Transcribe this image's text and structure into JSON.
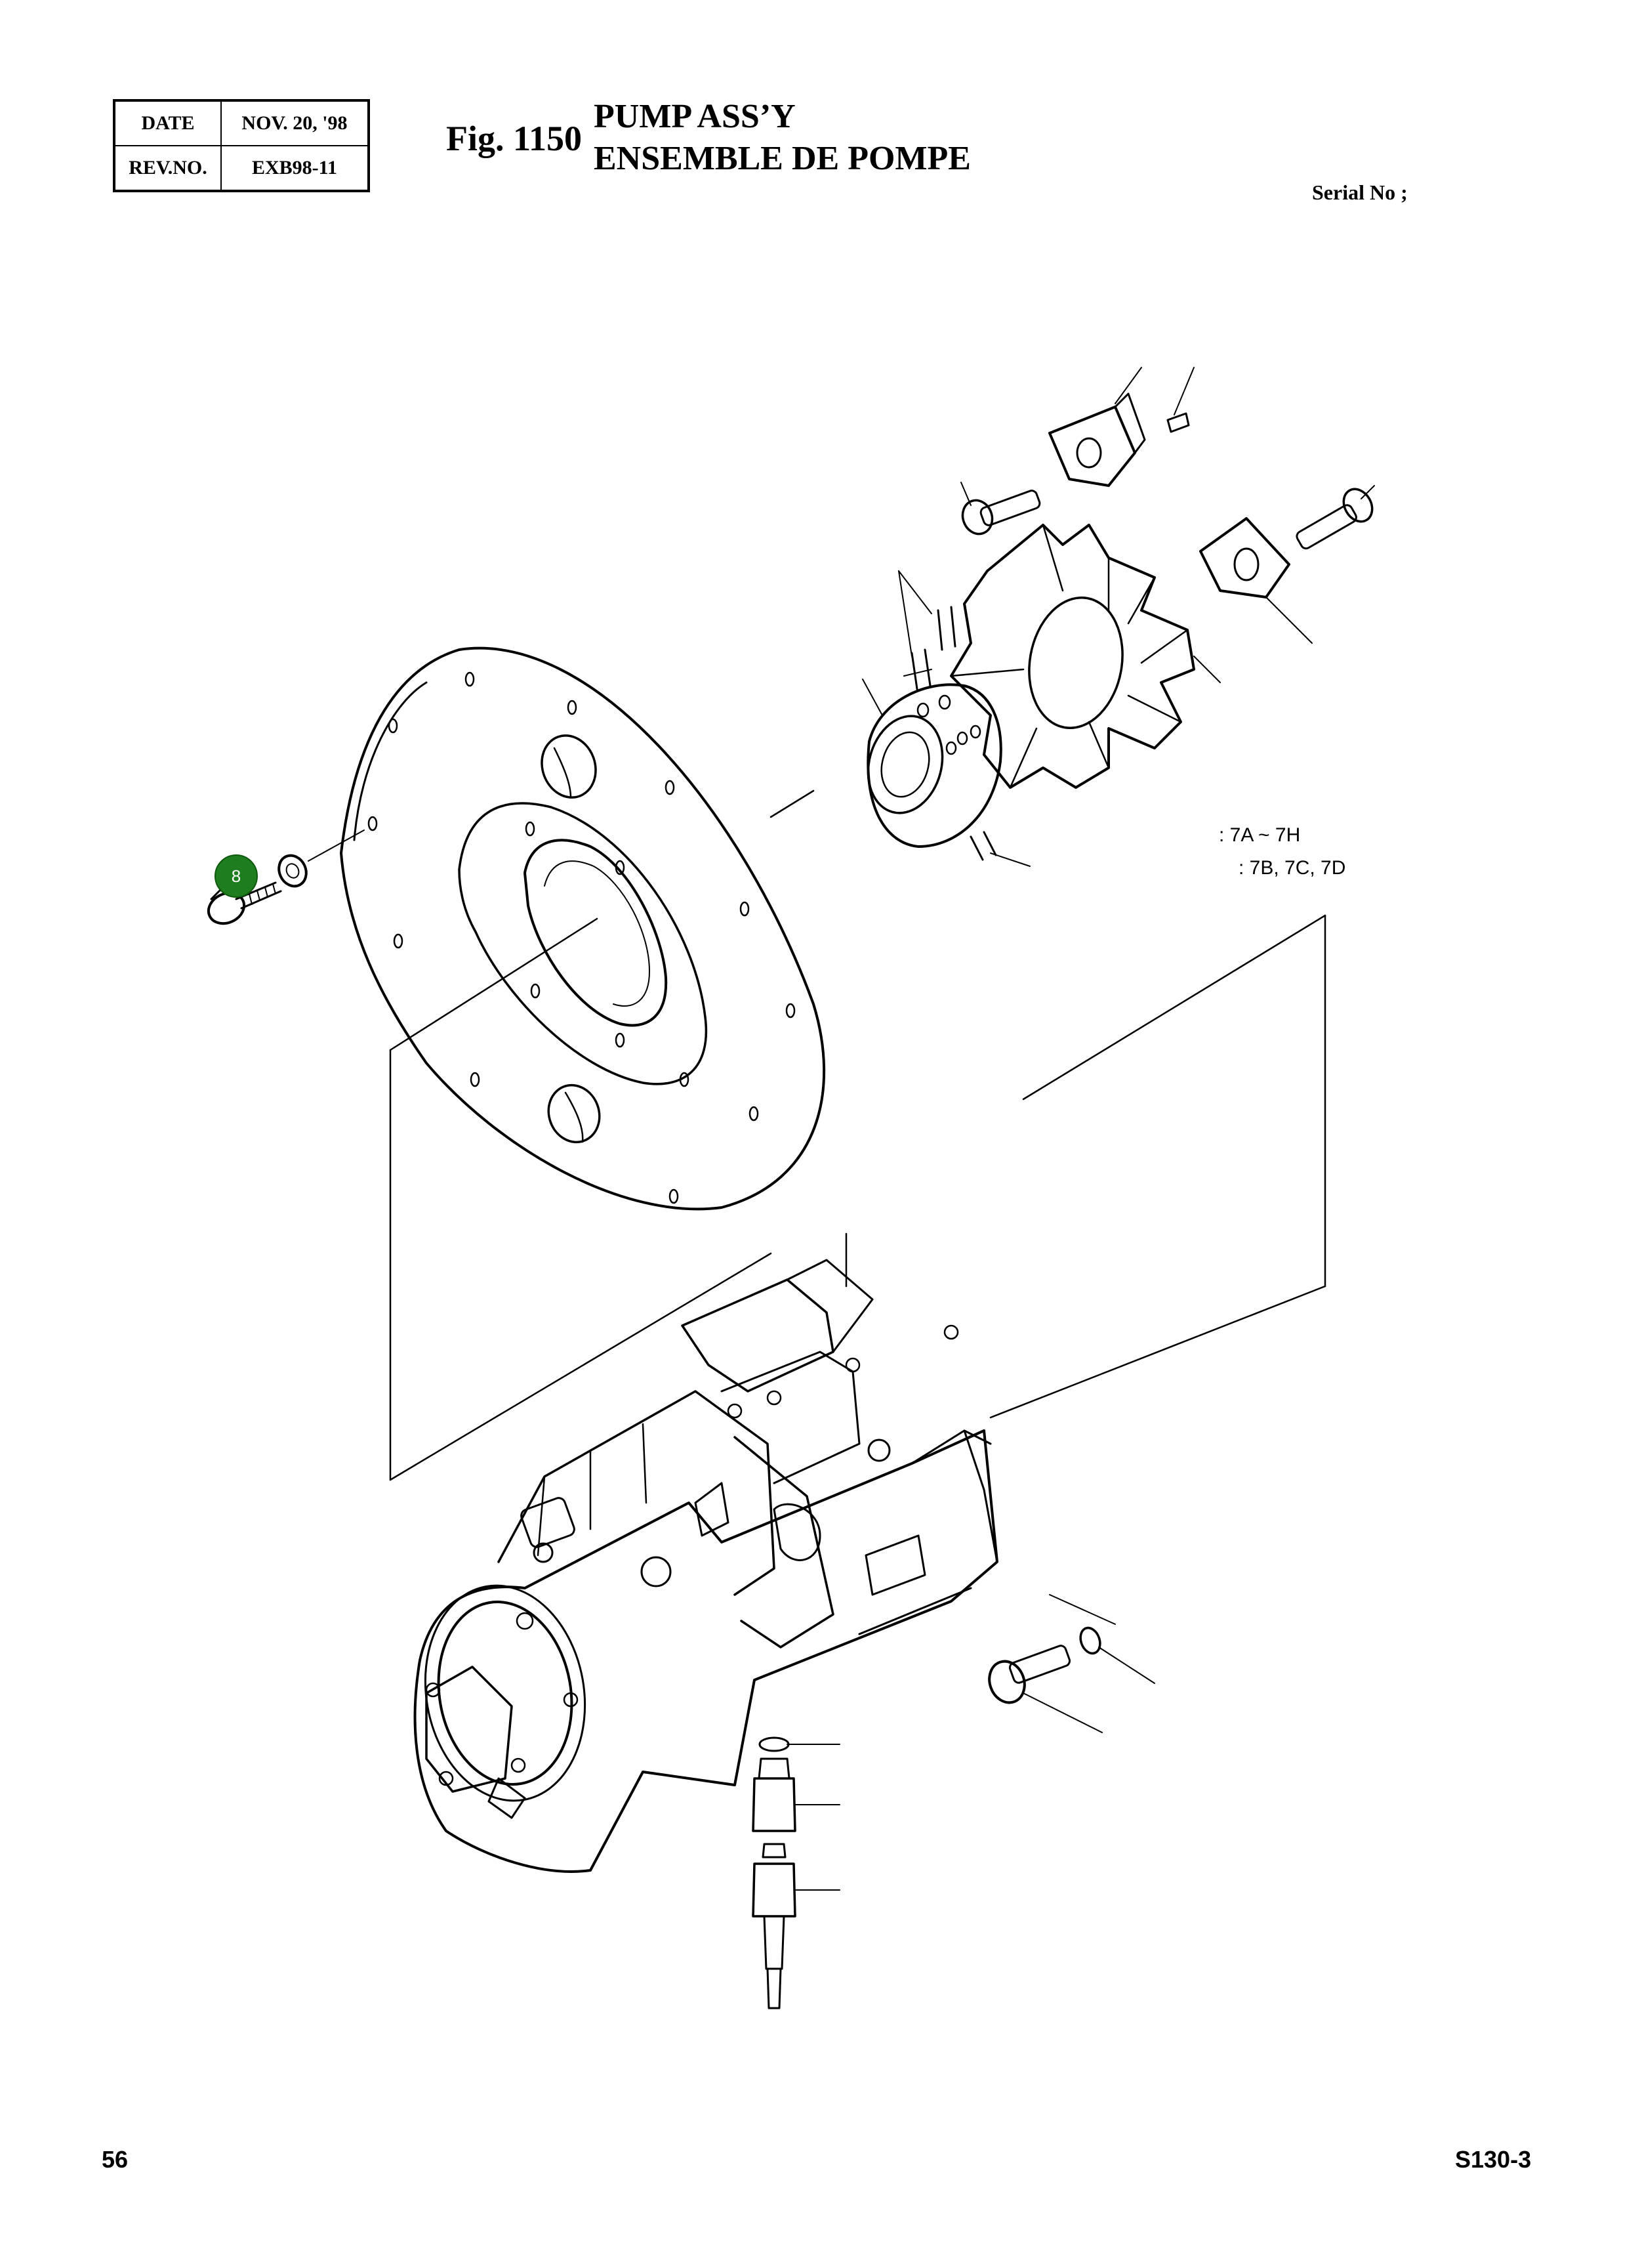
{
  "header": {
    "date_label": "DATE",
    "date_value": "NOV. 20, '98",
    "rev_label": "REV.NO.",
    "rev_value": "EXB98-11",
    "figure_number": "Fig. 1150",
    "title_en": "PUMP ASS’Y",
    "title_fr": "ENSEMBLE DE POMPE",
    "serial_label": "Serial No ;"
  },
  "legend": {
    "line1": ": 7A ~ 7H",
    "line2": ": 7B, 7C, 7D"
  },
  "callouts": {
    "bolt_item": "8"
  },
  "footer": {
    "page_number": "56",
    "model": "S130-3"
  }
}
